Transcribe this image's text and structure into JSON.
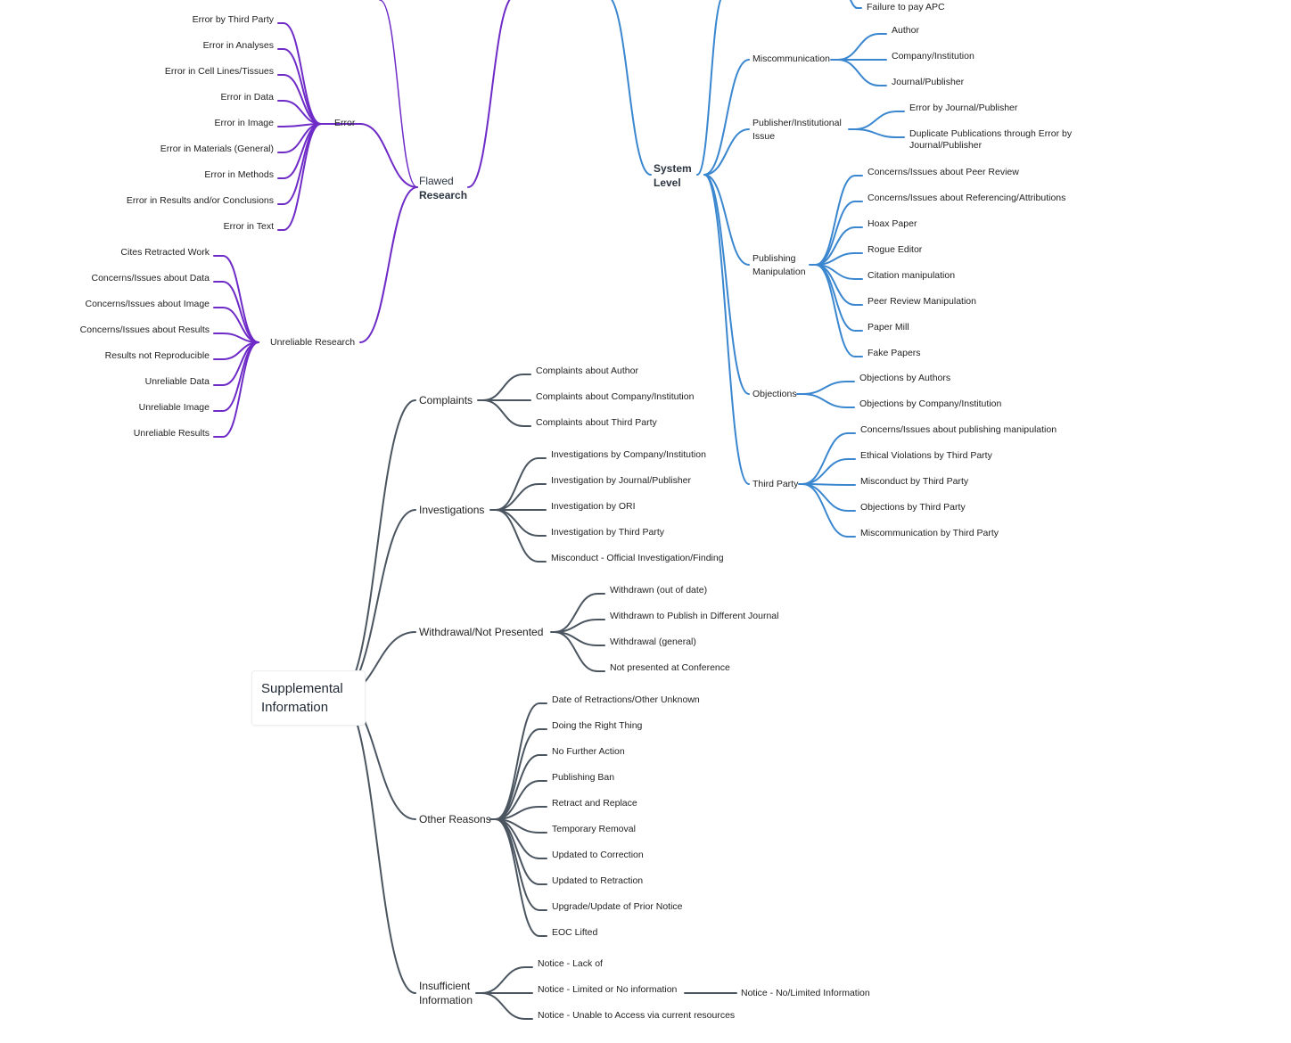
{
  "root": {
    "line1": "Supplemental",
    "line2": "Information"
  },
  "colors": {
    "purple": "#6e2bc7",
    "blue": "#3a87d0",
    "slate": "#4a5560"
  },
  "purple_branch": {
    "hub": {
      "line1": "Flawed",
      "line2": "Research"
    },
    "error": {
      "label": "Error",
      "items": [
        "Error by Third Party",
        "Error in Analyses",
        "Error in Cell Lines/Tissues",
        "Error in Data",
        "Error in Image",
        "Error in Materials (General)",
        "Error in Methods",
        "Error in Results and/or Conclusions",
        "Error in Text"
      ]
    },
    "unreliable": {
      "label": "Unreliable Research",
      "items": [
        "Cites Retracted Work",
        "Concerns/Issues about Data",
        "Concerns/Issues about Image",
        "Concerns/Issues about Results",
        "Results not Reproducible",
        "Unreliable Data",
        "Unreliable Image",
        "Unreliable Results"
      ]
    }
  },
  "blue_branch": {
    "hub": {
      "line1": "System",
      "line2": "Level"
    },
    "top_item": "Failure to pay APC",
    "miscommunication": {
      "label": "Miscommunication",
      "items": [
        "Author",
        "Company/Institution",
        "Journal/Publisher"
      ]
    },
    "publisher_issue": {
      "label1": "Publisher/Institutional",
      "label2": "Issue",
      "items": [
        "Error by Journal/Publisher",
        "Duplicate Publications through Error by Journal/Publisher"
      ]
    },
    "manipulation": {
      "label1": "Publishing",
      "label2": "Manipulation",
      "items": [
        "Concerns/Issues about Peer Review",
        "Concerns/Issues about Referencing/Attributions",
        "Hoax Paper",
        "Rogue Editor",
        "Citation manipulation",
        "Peer Review Manipulation",
        "Paper Mill",
        "Fake Papers"
      ]
    },
    "objections": {
      "label": "Objections",
      "items": [
        "Objections by Authors",
        "Objections by Company/Institution"
      ]
    },
    "third_party": {
      "label": "Third Party",
      "items": [
        "Concerns/Issues about publishing manipulation",
        "Ethical Violations by Third Party",
        "Misconduct by Third Party",
        "Objections by Third Party",
        "Miscommunication by Third Party"
      ]
    }
  },
  "slate_branch": {
    "complaints": {
      "label": "Complaints",
      "items": [
        "Complaints about Author",
        "Complaints about Company/Institution",
        "Complaints about Third Party"
      ]
    },
    "investigations": {
      "label": "Investigations",
      "items": [
        "Investigations by Company/Institution",
        "Investigation by Journal/Publisher",
        "Investigation by ORI",
        "Investigation by Third Party",
        "Misconduct - Official Investigation/Finding"
      ]
    },
    "withdrawal": {
      "label": "Withdrawal/Not Presented",
      "items": [
        "Withdrawn (out of date)",
        "Withdrawn to Publish in Different Journal",
        "Withdrawal (general)",
        "Not presented at Conference"
      ]
    },
    "other": {
      "label": "Other Reasons",
      "items": [
        "Date of Retractions/Other Unknown",
        "Doing the Right Thing",
        "No Further Action",
        "Publishing Ban",
        "Retract and Replace",
        "Temporary Removal",
        "Updated to Correction",
        "Updated to Retraction",
        "Upgrade/Update of Prior Notice",
        "EOC Lifted"
      ]
    },
    "insufficient": {
      "label1": "Insufficient",
      "label2": "Information",
      "items": [
        "Notice - Lack of",
        "Notice - Limited or No information",
        "Notice - Unable to Access via current resources"
      ],
      "sub_item": "Notice - No/Limited Information"
    }
  }
}
